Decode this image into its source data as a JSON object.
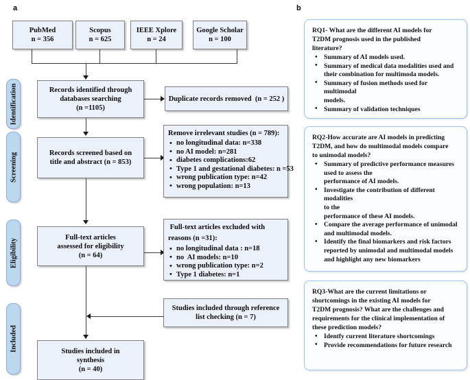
{
  "panels": {
    "a_label": "a",
    "b_label": "b"
  },
  "flow": {
    "sources": [
      {
        "name": "PubMed",
        "count": "n = 356"
      },
      {
        "name": "Scopus",
        "count": "n = 625"
      },
      {
        "name": "IEEE Xplore",
        "count": "n = 24"
      },
      {
        "name": "Google Scholar",
        "count": "n = 100"
      }
    ],
    "stages": [
      {
        "label": "Identification"
      },
      {
        "label": "Screening"
      },
      {
        "label": "Eligibility"
      },
      {
        "label": "Included"
      }
    ],
    "identified": {
      "line1": "Records identified through",
      "line2": "databases searching",
      "line3": "(n =1105)"
    },
    "duplicates": {
      "text": "Duplicate records removed  (n = 252 )"
    },
    "screened": {
      "line1": "Records screened based on",
      "line2": "title and abstract (n = 853)"
    },
    "irrelevant": {
      "header": "Remove irrelevant studies (n = 789):",
      "items": [
        "no longitudinal data: n=338",
        "no AI model: n=281",
        "diabetes complications:62",
        "Type 1 and gestational diabetes: n =53",
        "wrong publication type: n=42",
        "wrong population: n=13"
      ]
    },
    "fulltext": {
      "line1": "Full-text articles",
      "line2": "assessed for eligibility",
      "line3": "(n = 64)"
    },
    "excluded": {
      "header_line1": " Full-text articles excluded with",
      "header_line2": "reasons (n =31):",
      "items": [
        "no longitudinal data : n=18",
        "no  AI models: n=10",
        "wrong publication type: n=2",
        "Type 1 diabetes: n=1"
      ]
    },
    "reference_list": {
      "line1": "Studies included through reference",
      "line2": "list checking (n = 7)"
    },
    "synthesis": {
      "line1": "Studies included in",
      "line2": "synthesis",
      "line3": "(n = 40)"
    }
  },
  "research_questions": [
    {
      "id": "rq1",
      "question": "RQ1- What are the different AI models for\nT2DM prognosis used in the published\nliterature?",
      "items": [
        "Summary of AI models used.",
        "Summary of medical data modalities used and\ntheir combination for multimoda  models.",
        "Summary of fusion methods used for multimodal\nmodels.",
        "Summary of validation techniques"
      ]
    },
    {
      "id": "rq2",
      "question": "RQ2-How accurate are AI models in predicting\nT2DM, and how do multimodal models compare\nto unimodal models?",
      "items": [
        "Summary of predictive performance measures\nused to assess the\nperformance of AI models.",
        "Investigate the contribution of different modalities\nto the\nperformance of these AI models.",
        "Compare the average performance of unimodal\nand multimodal models.",
        "Identify the final biomarkers and risk factors\nreported by unimodal and multimodal  models\nand highlight any new biomarkers"
      ]
    },
    {
      "id": "rq3",
      "question": "RQ3-What are the current limitations or\nshortcomings in the existing AI models for\nT2DM prognosis? What are the challenges and\nrequirements for the clinical implementation of\nthese prediction models?",
      "items": [
        "Identfy current literature shortcomings",
        " Provide recommendations for future research"
      ]
    }
  ],
  "colors": {
    "box_fill": "#eaf1fb",
    "box_border": "#7f7f7f",
    "pill_fill": "#bdd7ee",
    "pill_border": "#8faadc",
    "rq_border": "#9dc3e6",
    "connector": "#3a3a3a"
  }
}
